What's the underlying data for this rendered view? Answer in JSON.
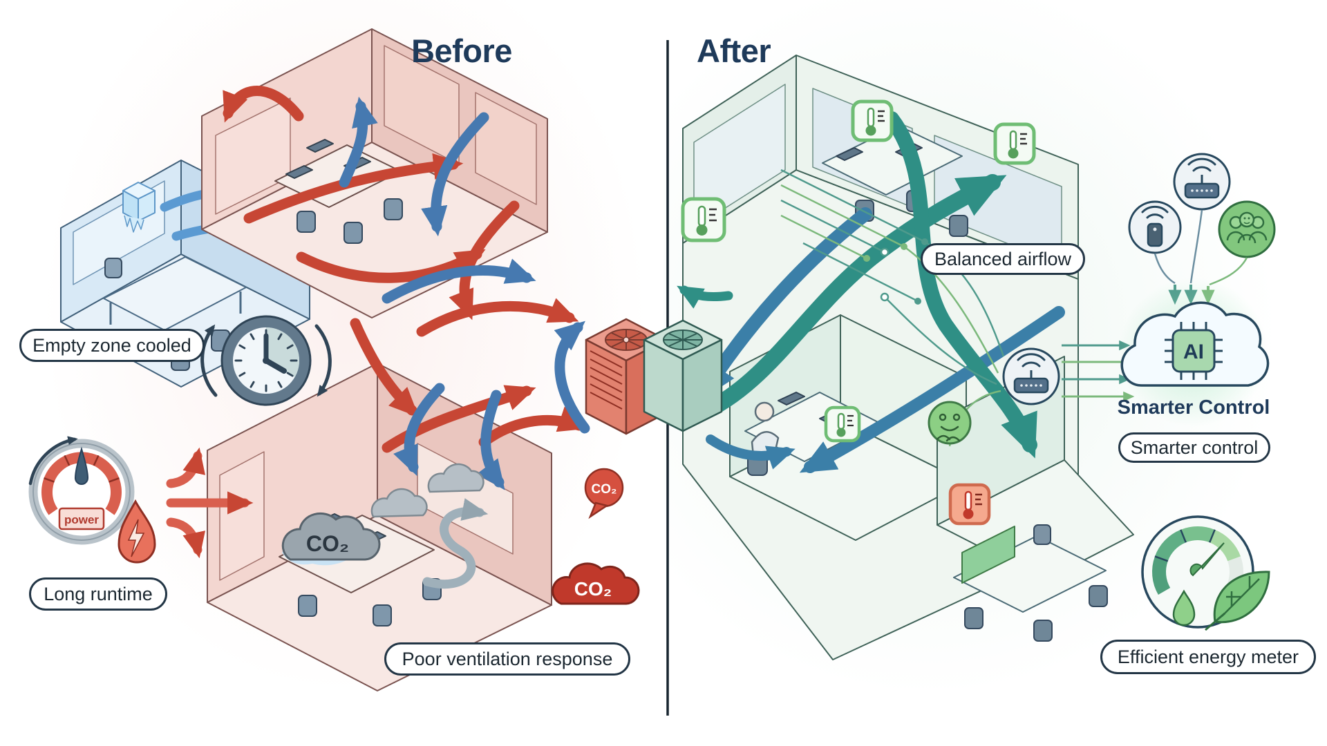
{
  "titles": {
    "before": "Before",
    "after": "After"
  },
  "before": {
    "labels": {
      "empty_zone": "Empty zone cooled",
      "long_runtime": "Long runtime",
      "poor_ventilation": "Poor ventilation response",
      "power_gauge": "power",
      "co2_cloud": "CO₂",
      "co2_badge": "CO₂",
      "co2_emission": "CO₂"
    },
    "icons": [
      "ice-cube-icon",
      "clock-icon",
      "power-gauge-icon",
      "flame-icon",
      "heat-spread-arrows",
      "smoke-cloud-icon",
      "co2-cloud-icon",
      "co2-badge-icon",
      "ac-unit-icon",
      "chaotic-airflow-arrows",
      "frost-pile-icon"
    ]
  },
  "after": {
    "labels": {
      "balanced_airflow": "Balanced airflow",
      "smarter_control_heading": "Smarter Control",
      "smarter_control": "Smarter control",
      "efficient_energy": "Efficient energy meter",
      "ai_chip": "AI"
    },
    "icons": [
      "thermostat-icon-green",
      "thermostat-icon-orange",
      "occupant-smiley-icon",
      "wifi-sensor-icon",
      "wifi-router-icon",
      "occupancy-group-icon",
      "ai-cloud-icon",
      "ai-chip-icon",
      "energy-gauge-icon",
      "leaf-icon",
      "eco-flame-icon",
      "fan-unit-icon",
      "balanced-airflow-arrows",
      "sensor-network-lines"
    ]
  },
  "colors": {
    "navy": "#1e3a5a",
    "red_arrow": "#c74634",
    "blue_arrow": "#4679b0",
    "teal_arrow": "#2f8f85",
    "green": "#6abf69",
    "pink_wall": "#f3d6d0",
    "blue_wall": "#d8e9f6",
    "green_wall": "#e4efe9",
    "pill_border": "#233646"
  }
}
